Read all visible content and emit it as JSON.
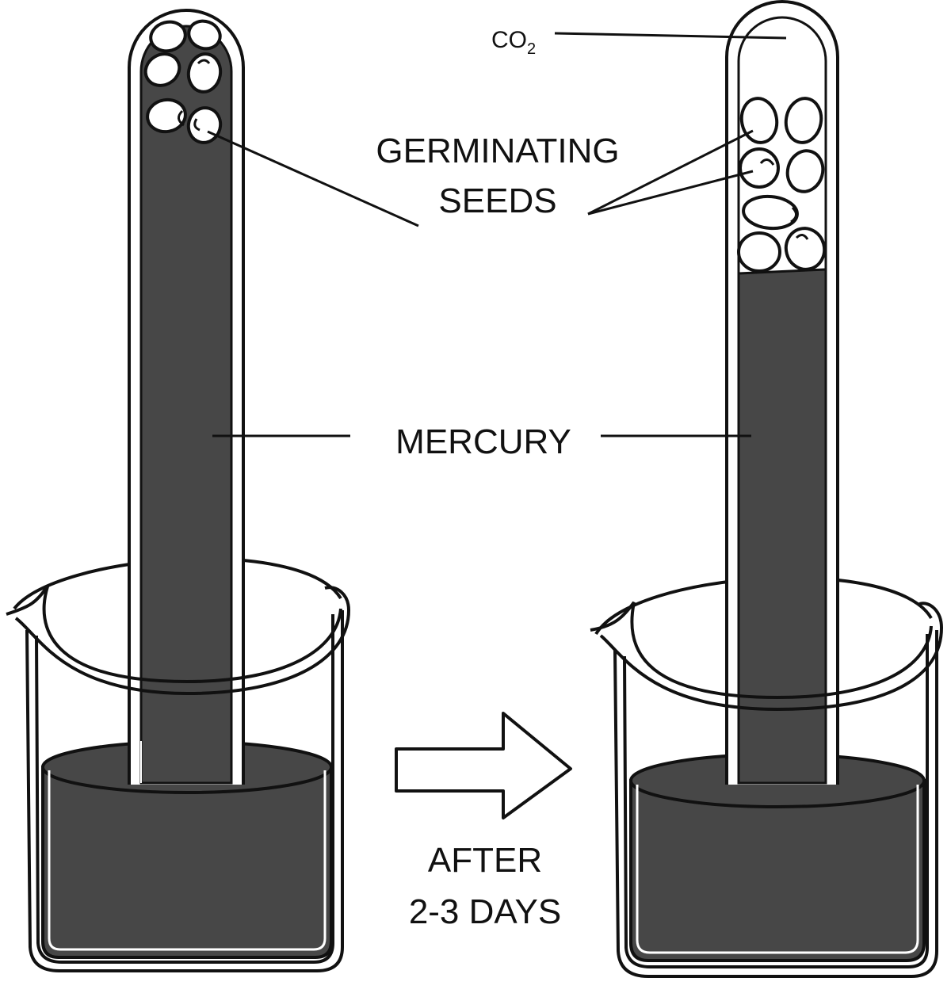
{
  "labels": {
    "co2_main": "CO",
    "co2_subscript": "2",
    "germinating_line1": "GERMINATING",
    "germinating_line2": "SEEDS",
    "mercury": "MERCURY",
    "after_line1": "AFTER",
    "after_line2": "2-3 DAYS"
  },
  "colors": {
    "mercury": "#474747",
    "outline": "#111111",
    "background": "#ffffff",
    "seed_fill": "#ffffff"
  }
}
